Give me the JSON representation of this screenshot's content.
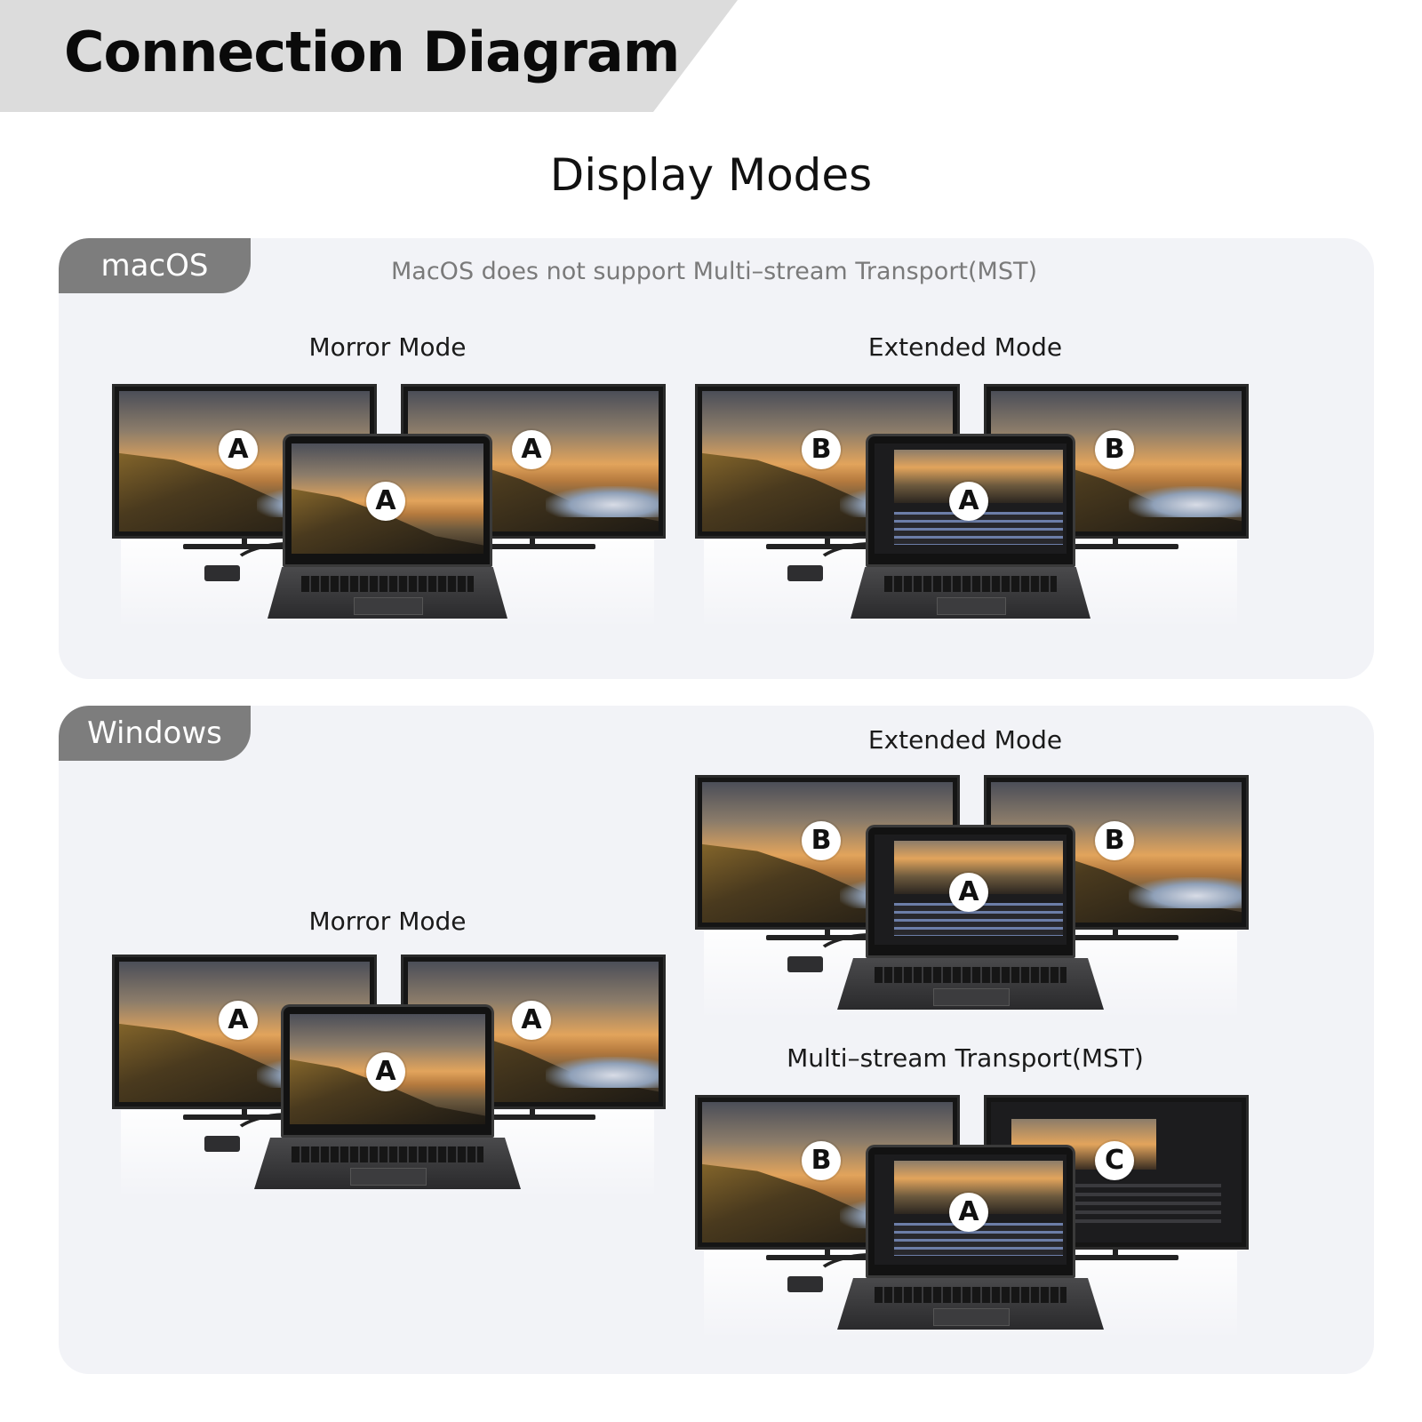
{
  "header": {
    "title": "Connection Diagram"
  },
  "subtitle": "Display Modes",
  "macos": {
    "tab_label": "macOS",
    "note": "MacOS does not support Multi–stream Transport(MST)",
    "mirror": {
      "label": "Morror Mode",
      "badges": [
        "A",
        "A",
        "A"
      ]
    },
    "extended": {
      "label": "Extended Mode",
      "badges": [
        "B",
        "B",
        "A"
      ]
    }
  },
  "windows": {
    "tab_label": "Windows",
    "mirror": {
      "label": "Morror Mode",
      "badges": [
        "A",
        "A",
        "A"
      ]
    },
    "extended": {
      "label": "Extended Mode",
      "badges": [
        "B",
        "B",
        "A"
      ]
    },
    "mst": {
      "label": "Multi–stream Transport(MST)",
      "badges": [
        "B",
        "C",
        "A"
      ]
    }
  },
  "colors": {
    "banner": "#dcdcdc",
    "panel": "#f2f3f7",
    "tab": "#7d7d7d",
    "note_text": "#7a7a7a"
  }
}
